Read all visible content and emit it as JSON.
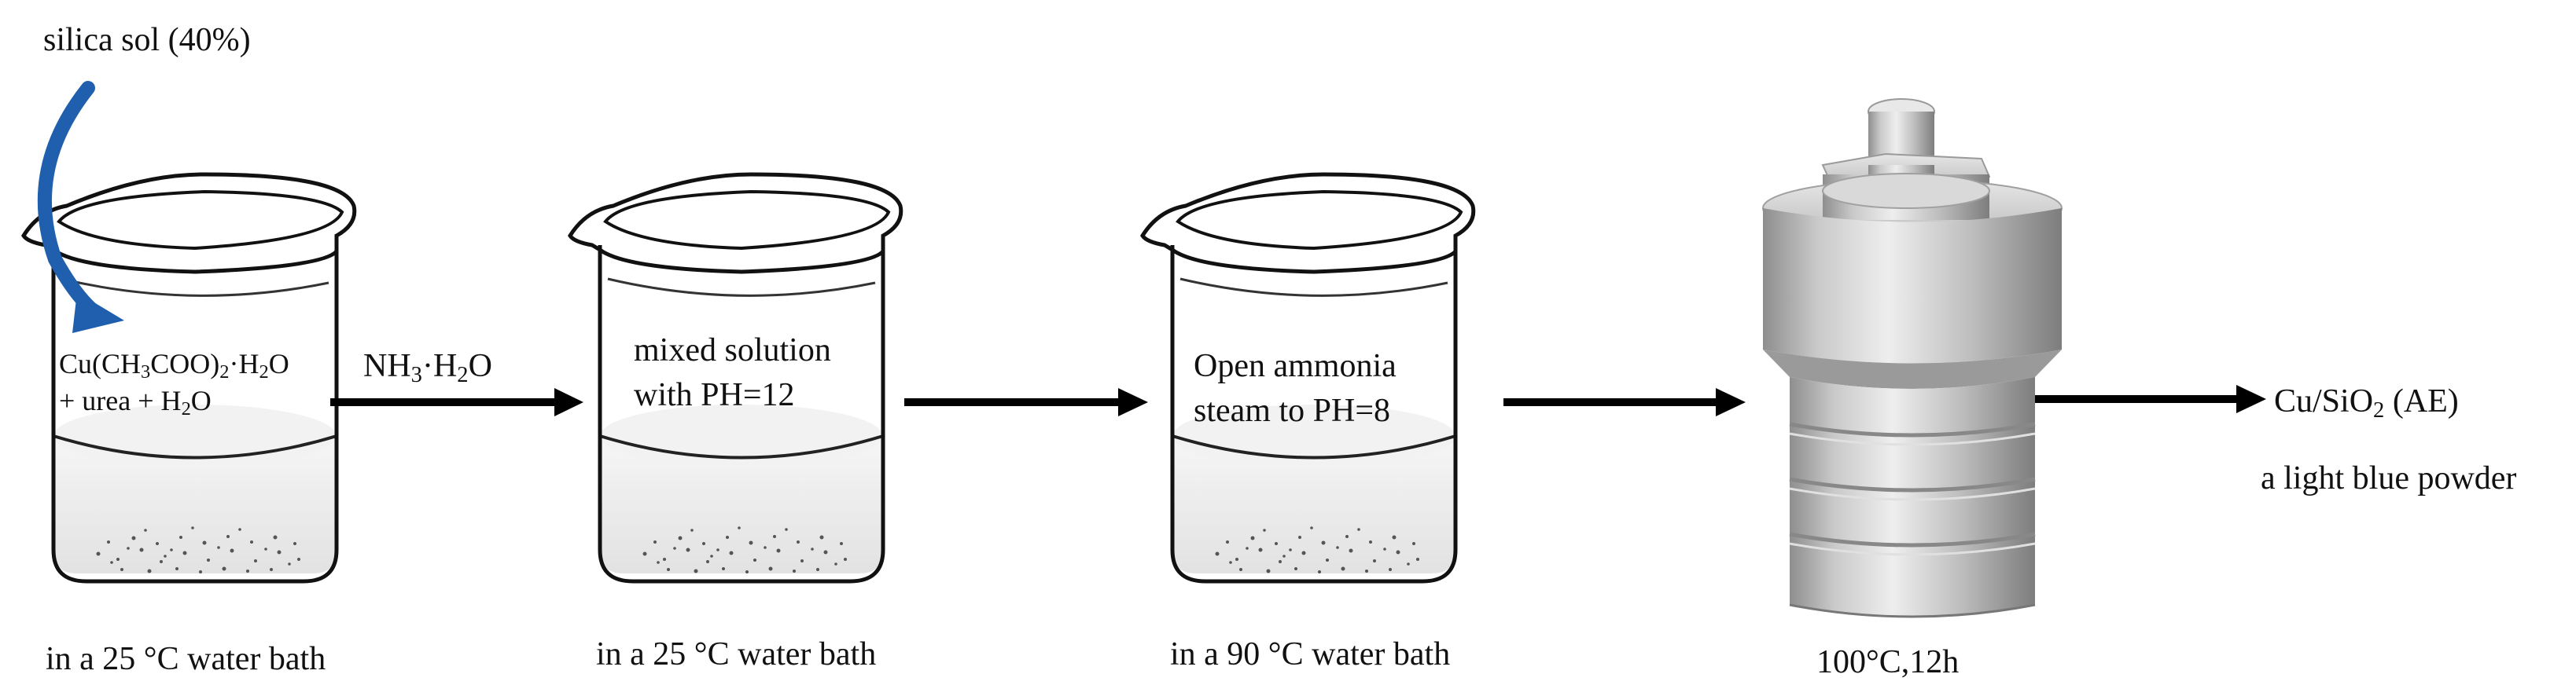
{
  "texts": {
    "silica_sol": "silica sol (40%)",
    "beaker1_line1": {
      "a": "Cu(CH",
      "b": "3",
      "c": "COO)",
      "d": "2",
      "e": "·H",
      "f": "2",
      "g": "O"
    },
    "beaker1_line2": {
      "a": "+ urea + H",
      "b": "2",
      "c": "O"
    },
    "reagent_nh3": {
      "a": "NH",
      "b": "3",
      "c": "·H",
      "d": "2",
      "e": "O"
    },
    "beaker2_line1": "mixed solution",
    "beaker2_line2": "with PH=12",
    "beaker3_line1": "Open ammonia",
    "beaker3_line2": "steam to PH=8",
    "product": {
      "a": "Cu/SiO",
      "b": "2",
      "c": " (AE)"
    },
    "product_desc": "a light blue powder",
    "caption1": "in a 25 °C water bath",
    "caption2": "in a 25 °C water bath",
    "caption3": "in a 90 °C water bath",
    "caption4": "100°C,12h"
  },
  "colors": {
    "curved_arrow": "#1f5fae",
    "arrow": "#000000",
    "liquid": "#e9e9e9",
    "autoclave": "#b5b5b5"
  },
  "icons": [
    "beaker-icon",
    "curved-arrow-icon",
    "right-arrow-icon",
    "autoclave-icon"
  ]
}
